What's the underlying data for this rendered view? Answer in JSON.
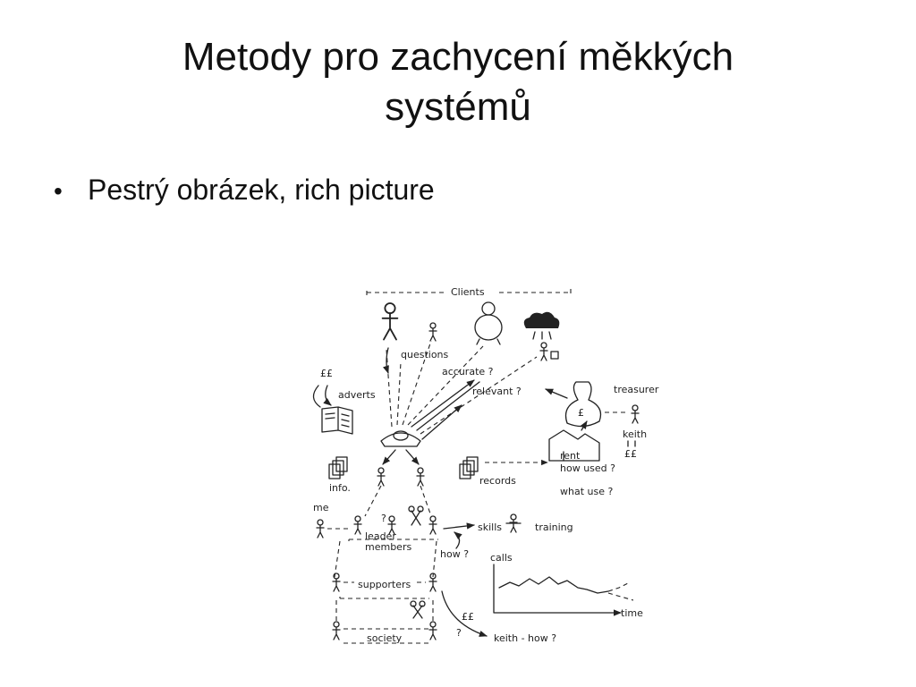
{
  "slide": {
    "title_line1": "Metody pro zachycení měkkých",
    "title_line2": "systémů",
    "bullets": [
      "Pestrý obrázek, rich picture"
    ]
  },
  "rich_picture": {
    "labels": {
      "clients": "Clients",
      "questions": "questions",
      "accurate": "accurate ?",
      "relevant": "relevant ?",
      "pounds_top": "££",
      "adverts": "adverts",
      "treasurer": "treasurer",
      "keith": "keith",
      "pounds_keith": "££",
      "rent": "rent",
      "how_used": "how used ?",
      "what_use": "what use ?",
      "info": "info.",
      "records": "records",
      "me": "me",
      "question_mark": "?",
      "leader": "leader",
      "members": "members",
      "skills": "skills",
      "training": "training",
      "how": "how ?",
      "calls": "calls",
      "supporters": "supporters",
      "time": "time",
      "pounds_bottom": "££",
      "question_bottom": "?",
      "keith_how": "keith - how ?",
      "society": "society"
    },
    "icons": [
      "stick-figure-icon",
      "telephone-icon",
      "money-bag-icon",
      "house-icon",
      "scissors-icon",
      "documents-icon",
      "newspaper-icon",
      "storm-cloud-icon"
    ]
  }
}
